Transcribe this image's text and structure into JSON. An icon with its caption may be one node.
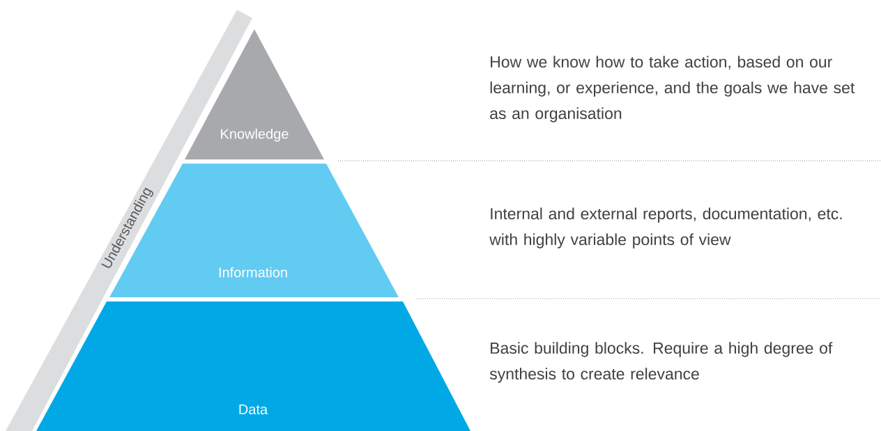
{
  "diagram": {
    "nodes": [
      {
        "text": [
          "Understanding"
        ]
      },
      {
        "text": [
          "Knowledge"
        ]
      },
      {
        "text": [
          "Information"
        ]
      },
      {
        "text": [
          "Data"
        ]
      }
    ],
    "labels": [
      "How we know how to take action, based on our learning, or experience, and the goals we have set as an organisation",
      "Internal and external reports, documentation, etc. with highly variable points of view",
      "Basic building blocks. Require a high degree of synthesis to create relevance"
    ]
  }
}
